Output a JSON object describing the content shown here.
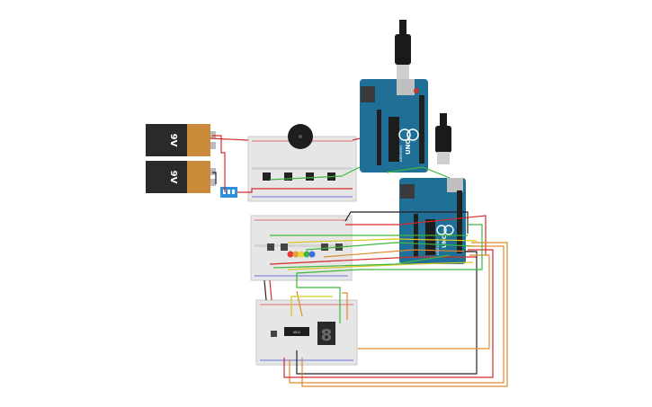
{
  "batteries": [
    {
      "label": "9V"
    },
    {
      "label": "9V"
    }
  ],
  "arduino_1": {
    "logo": "UNO",
    "brand": "ARDUINO"
  },
  "arduino_2": {
    "logo": "UNO",
    "brand": "ARDUINO"
  },
  "seven_segment": {
    "digit": "8"
  },
  "chip": {
    "label": "4511"
  },
  "colors": {
    "arduino_blue": "#1f6f97",
    "battery_black": "#2a2a2a",
    "battery_orange": "#c98a3a",
    "breadboard": "#e6e6e6",
    "wire_red": "#d42a2a",
    "wire_green": "#3db83d",
    "wire_orange": "#e0892b",
    "wire_yellow": "#d9c621",
    "wire_black": "#222222"
  }
}
